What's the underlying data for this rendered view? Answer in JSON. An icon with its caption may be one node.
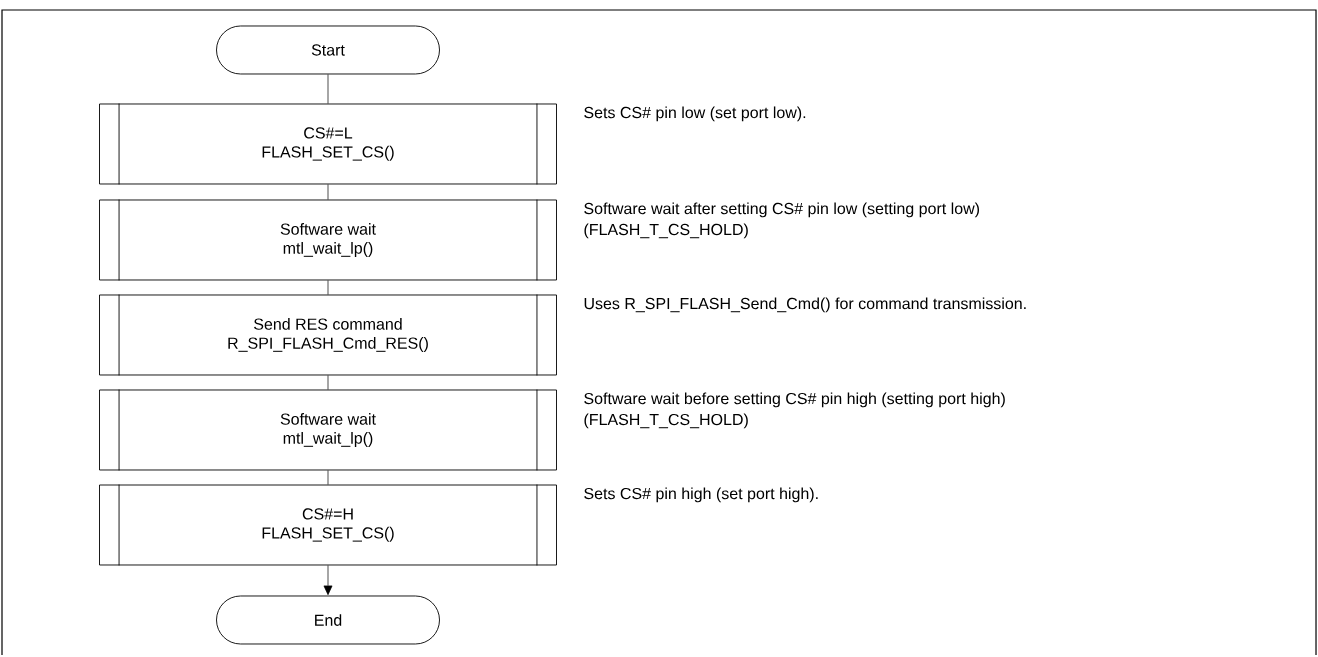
{
  "diagram": {
    "nodes": [
      {
        "text": [
          "Start"
        ]
      },
      {
        "text": [
          "CS#=L",
          "FLASH_SET_CS()"
        ],
        "beside": [
          "Sets CS# pin low (set port low)."
        ]
      },
      {
        "text": [
          "Software wait",
          "mtl_wait_lp()"
        ],
        "beside": [
          "Software wait after setting CS# pin low (setting port low)",
          "(FLASH_T_CS_HOLD)"
        ]
      },
      {
        "text": [
          "Send RES command",
          "R_SPI_FLASH_Cmd_RES()"
        ],
        "beside": [
          "Uses R_SPI_FLASH_Send_Cmd() for command transmission."
        ]
      },
      {
        "text": [
          "Software wait",
          "mtl_wait_lp()"
        ],
        "beside": [
          "Software wait before setting CS# pin high (setting port high)",
          "(FLASH_T_CS_HOLD)"
        ]
      },
      {
        "text": [
          "CS#=H",
          "FLASH_SET_CS()"
        ],
        "beside": [
          "Sets CS# pin high (set port high)."
        ]
      },
      {
        "text": [
          "End"
        ]
      }
    ],
    "edges": [
      {
        "from": 0,
        "to": 1,
        "arrow": "none"
      },
      {
        "from": 1,
        "to": 2,
        "arrow": "none"
      },
      {
        "from": 2,
        "to": 3,
        "arrow": "none"
      },
      {
        "from": 3,
        "to": 4,
        "arrow": "none"
      },
      {
        "from": 4,
        "to": 5,
        "arrow": "none"
      },
      {
        "from": 5,
        "to": 6,
        "arrow": "to"
      }
    ]
  }
}
